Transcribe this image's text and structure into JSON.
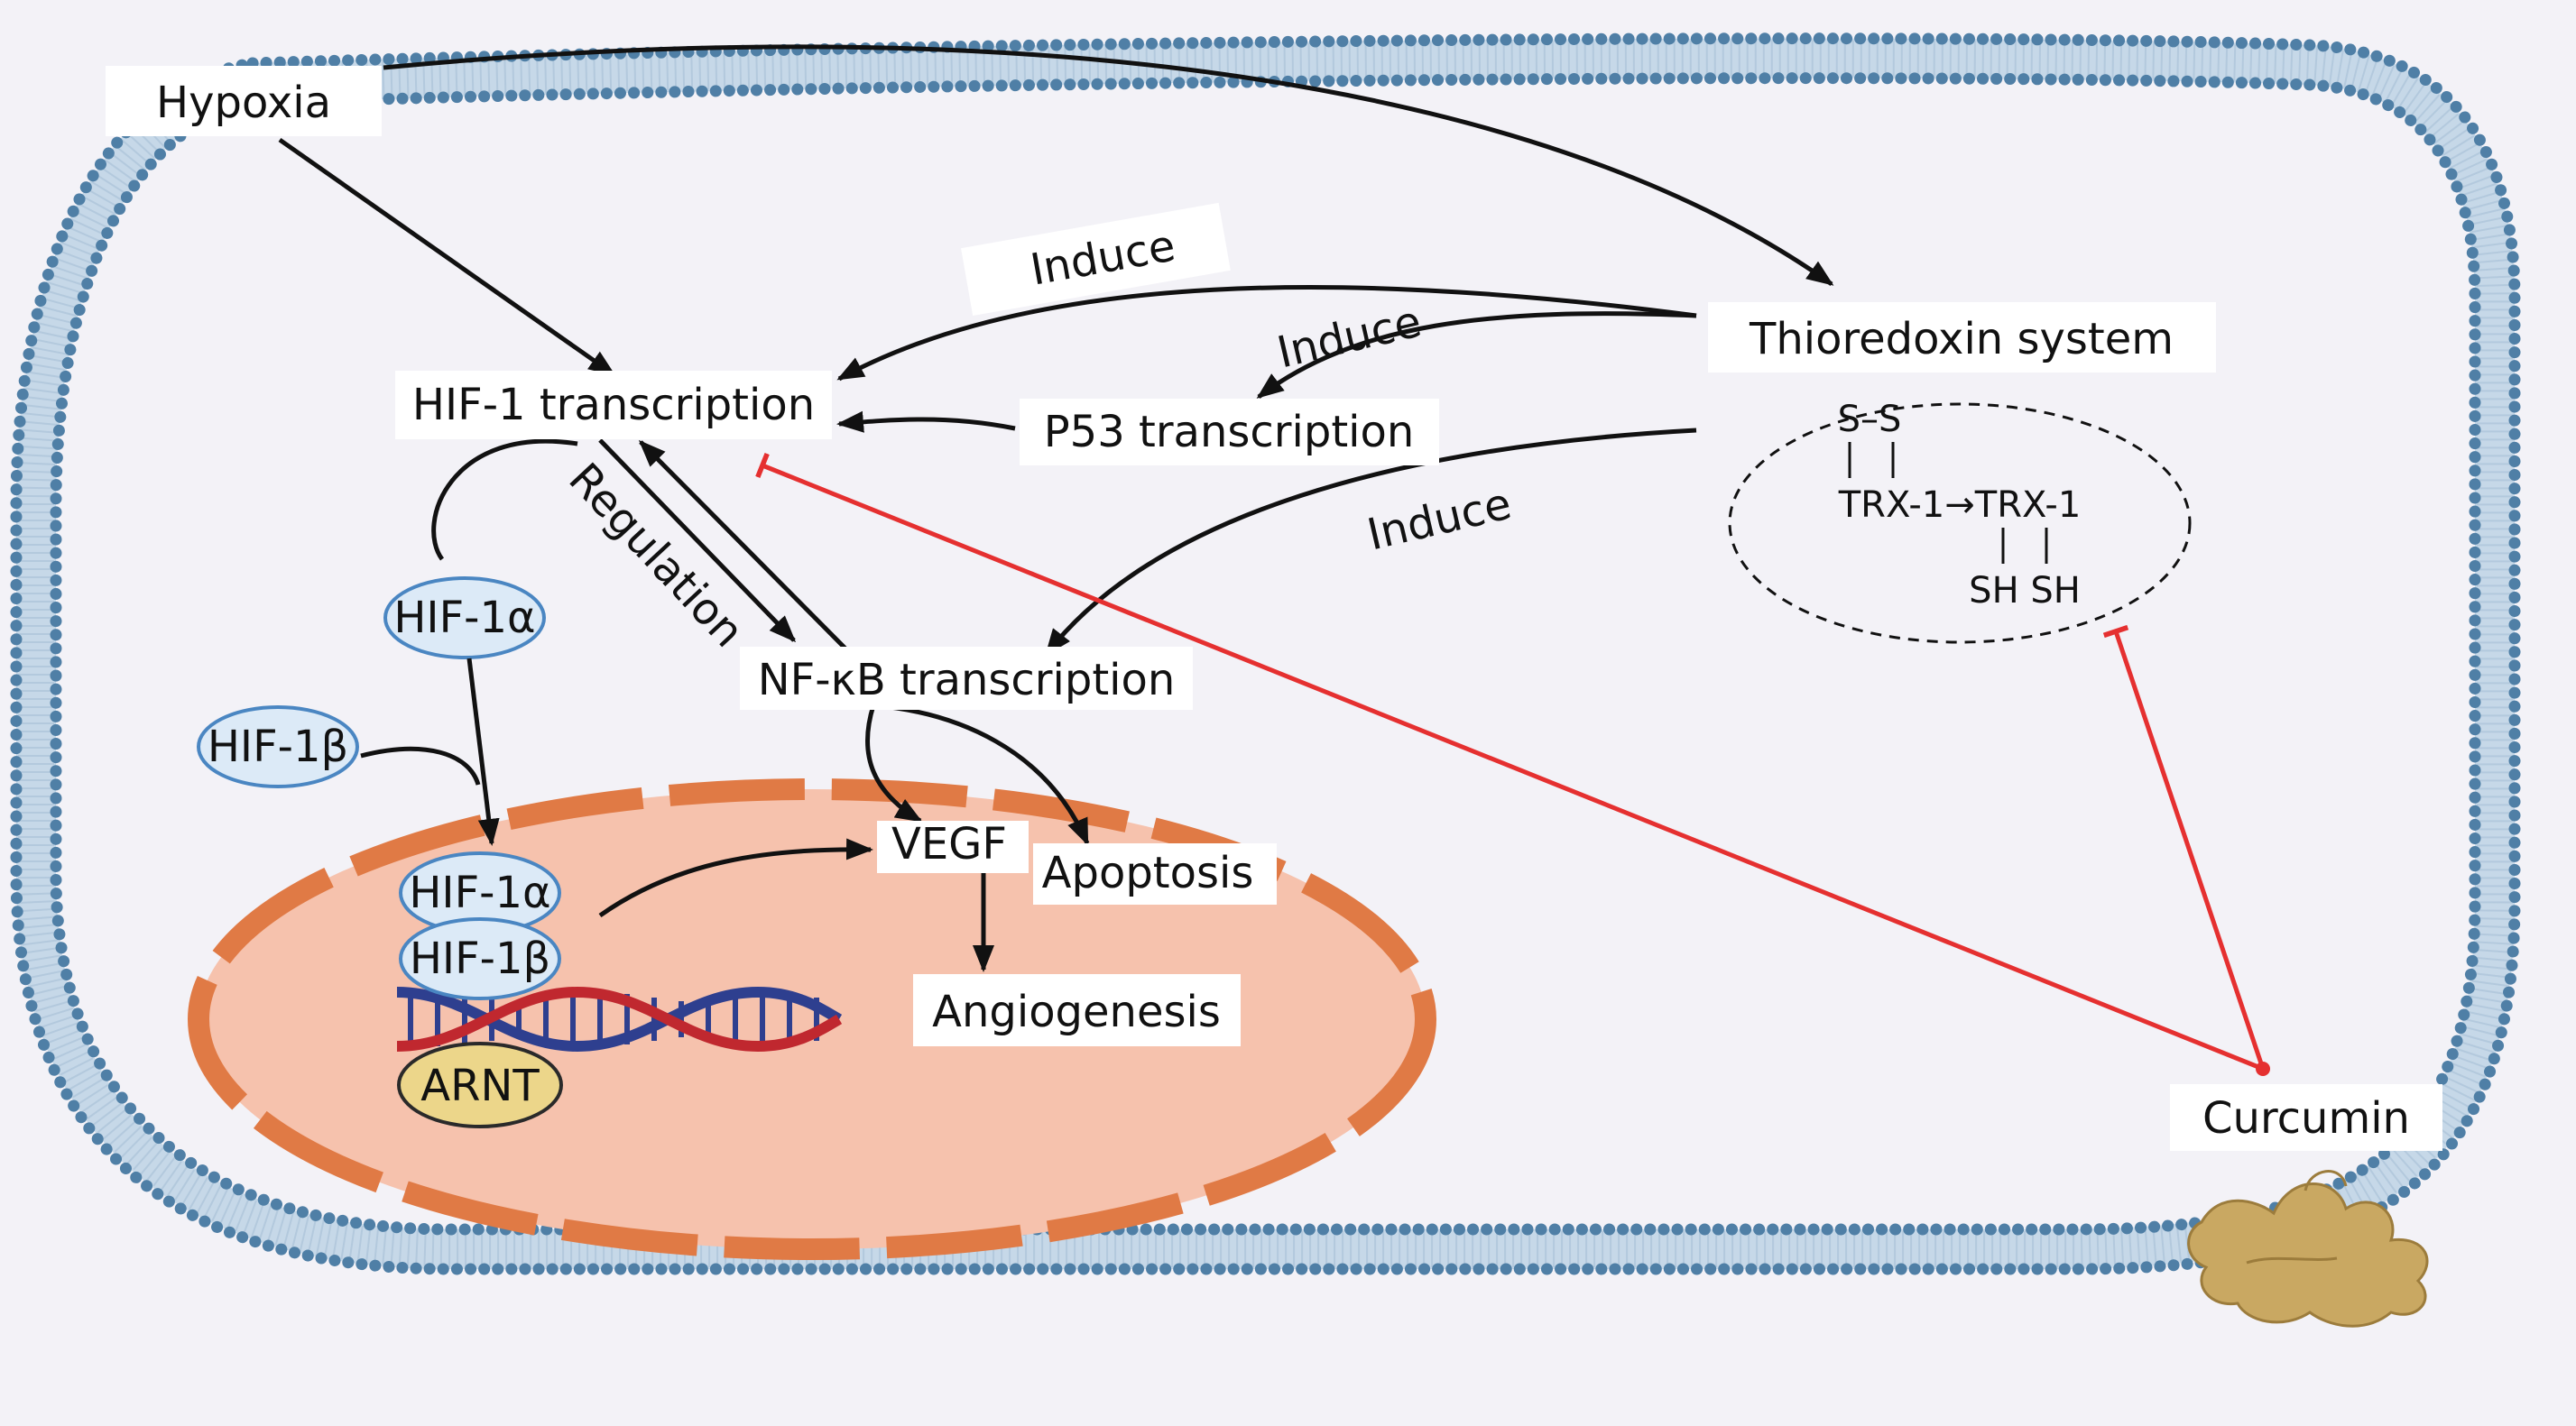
{
  "colors": {
    "background": "#f3f2f7",
    "membrane_head": "#4f7fa6",
    "membrane_tail": "#b9cfe2",
    "nucleus_fill": "#f6c2ad",
    "nucleus_envelope": "#e07a45",
    "arrow": "#111111",
    "inhibition": "#e53030",
    "protein_fill": "#dceaf7",
    "protein_stroke": "#4a86c2",
    "arnt_fill": "#ecd68a",
    "dna_blue": "#2e3f8f",
    "dna_red": "#c0282f",
    "curcumin": "#c9a862"
  },
  "nodes": {
    "hypoxia": "Hypoxia",
    "hif1_transcription": "HIF-1 transcription",
    "p53_transcription": "P53 transcription",
    "thioredoxin_system": "Thioredoxin system",
    "nfkb_transcription": "NF-κB transcription",
    "vegf": "VEGF",
    "apoptosis": "Apoptosis",
    "angiogenesis": "Angiogenesis",
    "curcumin": "Curcumin"
  },
  "proteins": {
    "hif1a_cytoplasm": "HIF-1α",
    "hif1b_cytoplasm": "HIF-1β",
    "hif1a_nucleus": "HIF-1α",
    "hif1b_nucleus": "HIF-1β",
    "arnt": "ARNT"
  },
  "edge_labels": {
    "induce_hif1": "Induce",
    "induce_p53": "Induce",
    "induce_nfkb": "Induce",
    "regulation": "Regulation"
  },
  "trx_reaction": {
    "oxidized_bond": "S–S",
    "reaction": "TRX-1→TRX-1",
    "reduced_groups": "SH SH"
  }
}
